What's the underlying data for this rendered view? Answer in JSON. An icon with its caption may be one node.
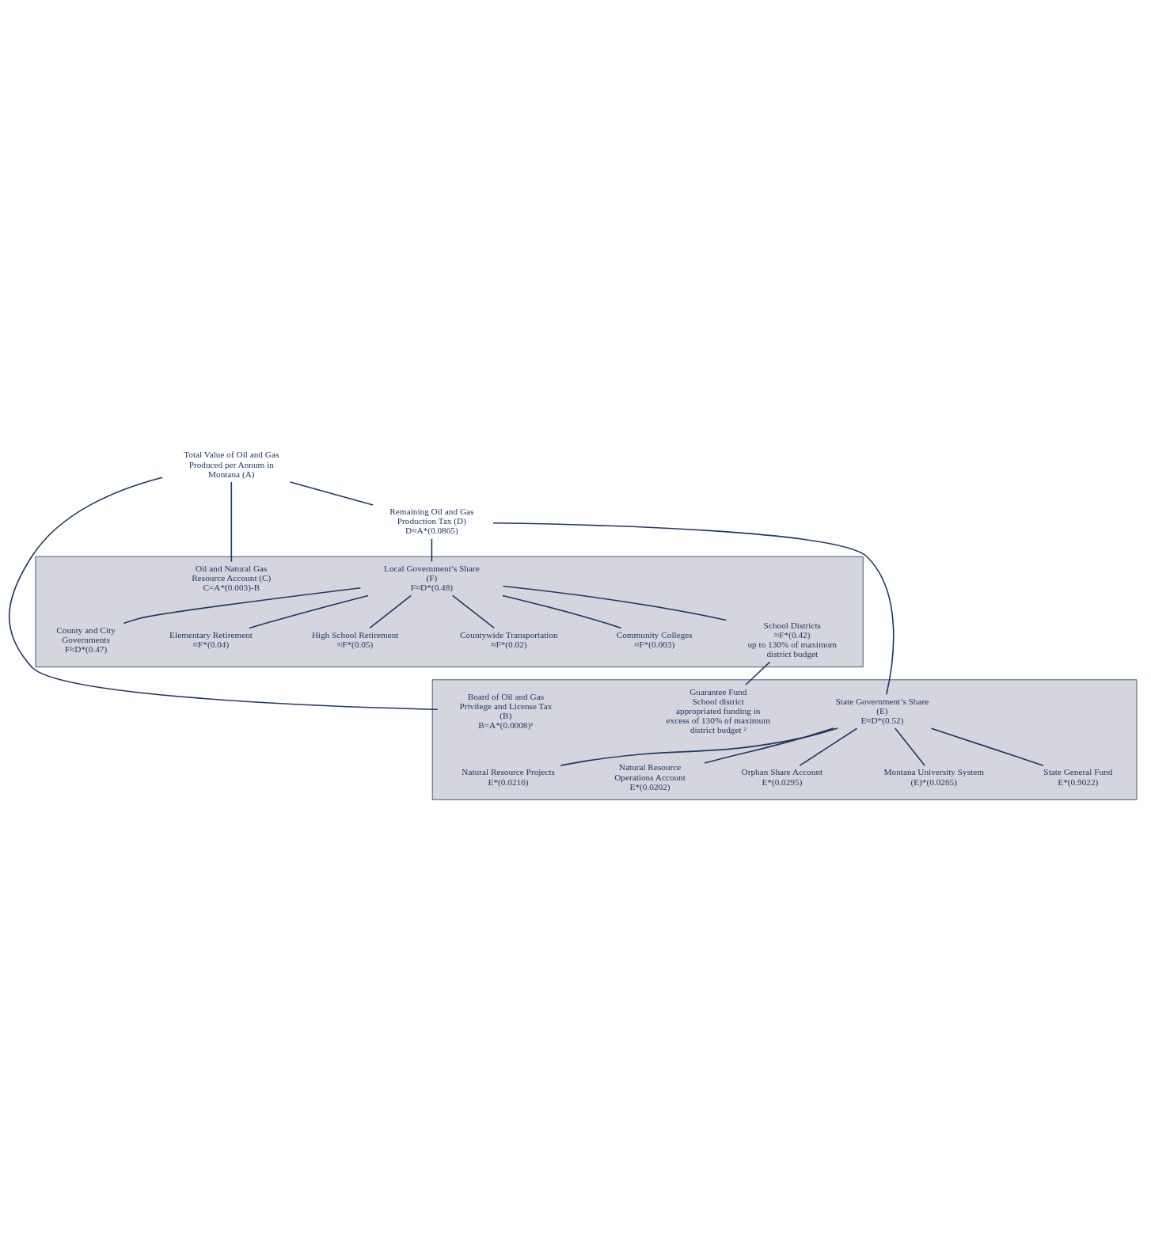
{
  "diagram": {
    "nodes": [
      {
        "text": [],
        "shape": "box"
      },
      {
        "text": [
          "Natural Resource Projects",
          "E*(0.0216)"
        ],
        "in": 0
      },
      {
        "text": [
          "Board of Oil and Gas Privilege and License Tax (B)",
          "B=A*(0.0008)¹"
        ],
        "in": 0
      },
      {
        "text": [
          "Natural Resource Operations Account",
          "E*(0.0202)"
        ],
        "in": 0
      },
      {
        "text": [
          "Orphan Share Account",
          "E*(0.0295)"
        ],
        "in": 0
      },
      {
        "text": [
          "State Government’s Share (E)",
          "E≈D*(0.52)"
        ],
        "in": 0
      },
      {
        "text": [
          "Montana University System",
          "(E)*(0.0265)"
        ],
        "in": 0
      },
      {
        "text": [
          "State General Fund",
          "E*(0.9022)"
        ],
        "in": 0
      },
      {
        "text": [
          "Guarantee Fund",
          "School district appropriated funding in excess of 130% of maximum district budget ²"
        ],
        "in": 0
      },
      {
        "text": [
          "Total Value of Oil and Gas Produced per Annum in Montana (A)"
        ]
      },
      {
        "text": [
          "Remaining Oil and Gas Production Tax (D)",
          "D≈A*(0.0865)"
        ]
      },
      {
        "text": [],
        "shape": "box"
      },
      {
        "text": [
          "Oil and Natural Gas Resource Account (C)",
          "C=A*(0.003)-B"
        ],
        "in": 11
      },
      {
        "text": [
          "County and City Governments",
          "F≈D*(0.47)"
        ],
        "in": 11
      },
      {
        "text": [
          "Elementary Retirement",
          "≈F*(0.04)"
        ],
        "in": 11
      },
      {
        "text": [
          "Local Government’s Share (F)",
          "F≈D*(0.48)"
        ],
        "in": 11
      },
      {
        "text": [
          "High School Retirement",
          "≈F*(0.05)"
        ],
        "in": 11
      },
      {
        "text": [
          "Countywide Transportation",
          "≈F*(0.02)"
        ],
        "in": 11
      },
      {
        "text": [
          "Community Colleges",
          "≈F*(0.003)"
        ],
        "in": 11
      },
      {
        "text": [
          "School Districts",
          "≈F*(0.42)",
          "up to 130% of maximum district budget"
        ],
        "in": 11
      }
    ],
    "edges": [
      {
        "from": 9,
        "to": 2,
        "arrow": "none"
      },
      {
        "from": 9,
        "to": 12,
        "arrow": "none"
      },
      {
        "from": 9,
        "to": 10,
        "arrow": "none"
      },
      {
        "from": 10,
        "to": 5,
        "arrow": "none"
      },
      {
        "from": 10,
        "to": 15,
        "arrow": "none"
      },
      {
        "from": 5,
        "to": 1,
        "arrow": "none"
      },
      {
        "from": 5,
        "to": 3,
        "arrow": "none"
      },
      {
        "from": 5,
        "to": 4,
        "arrow": "none"
      },
      {
        "from": 5,
        "to": 6,
        "arrow": "none"
      },
      {
        "from": 5,
        "to": 7,
        "arrow": "none"
      },
      {
        "from": 15,
        "to": 13,
        "arrow": "none"
      },
      {
        "from": 15,
        "to": 14,
        "arrow": "none"
      },
      {
        "from": 15,
        "to": 16,
        "arrow": "none"
      },
      {
        "from": 15,
        "to": 17,
        "arrow": "none"
      },
      {
        "from": 15,
        "to": 18,
        "arrow": "none"
      },
      {
        "from": 15,
        "to": 19,
        "arrow": "none"
      },
      {
        "from": 19,
        "to": 8,
        "arrow": "none"
      }
    ]
  }
}
